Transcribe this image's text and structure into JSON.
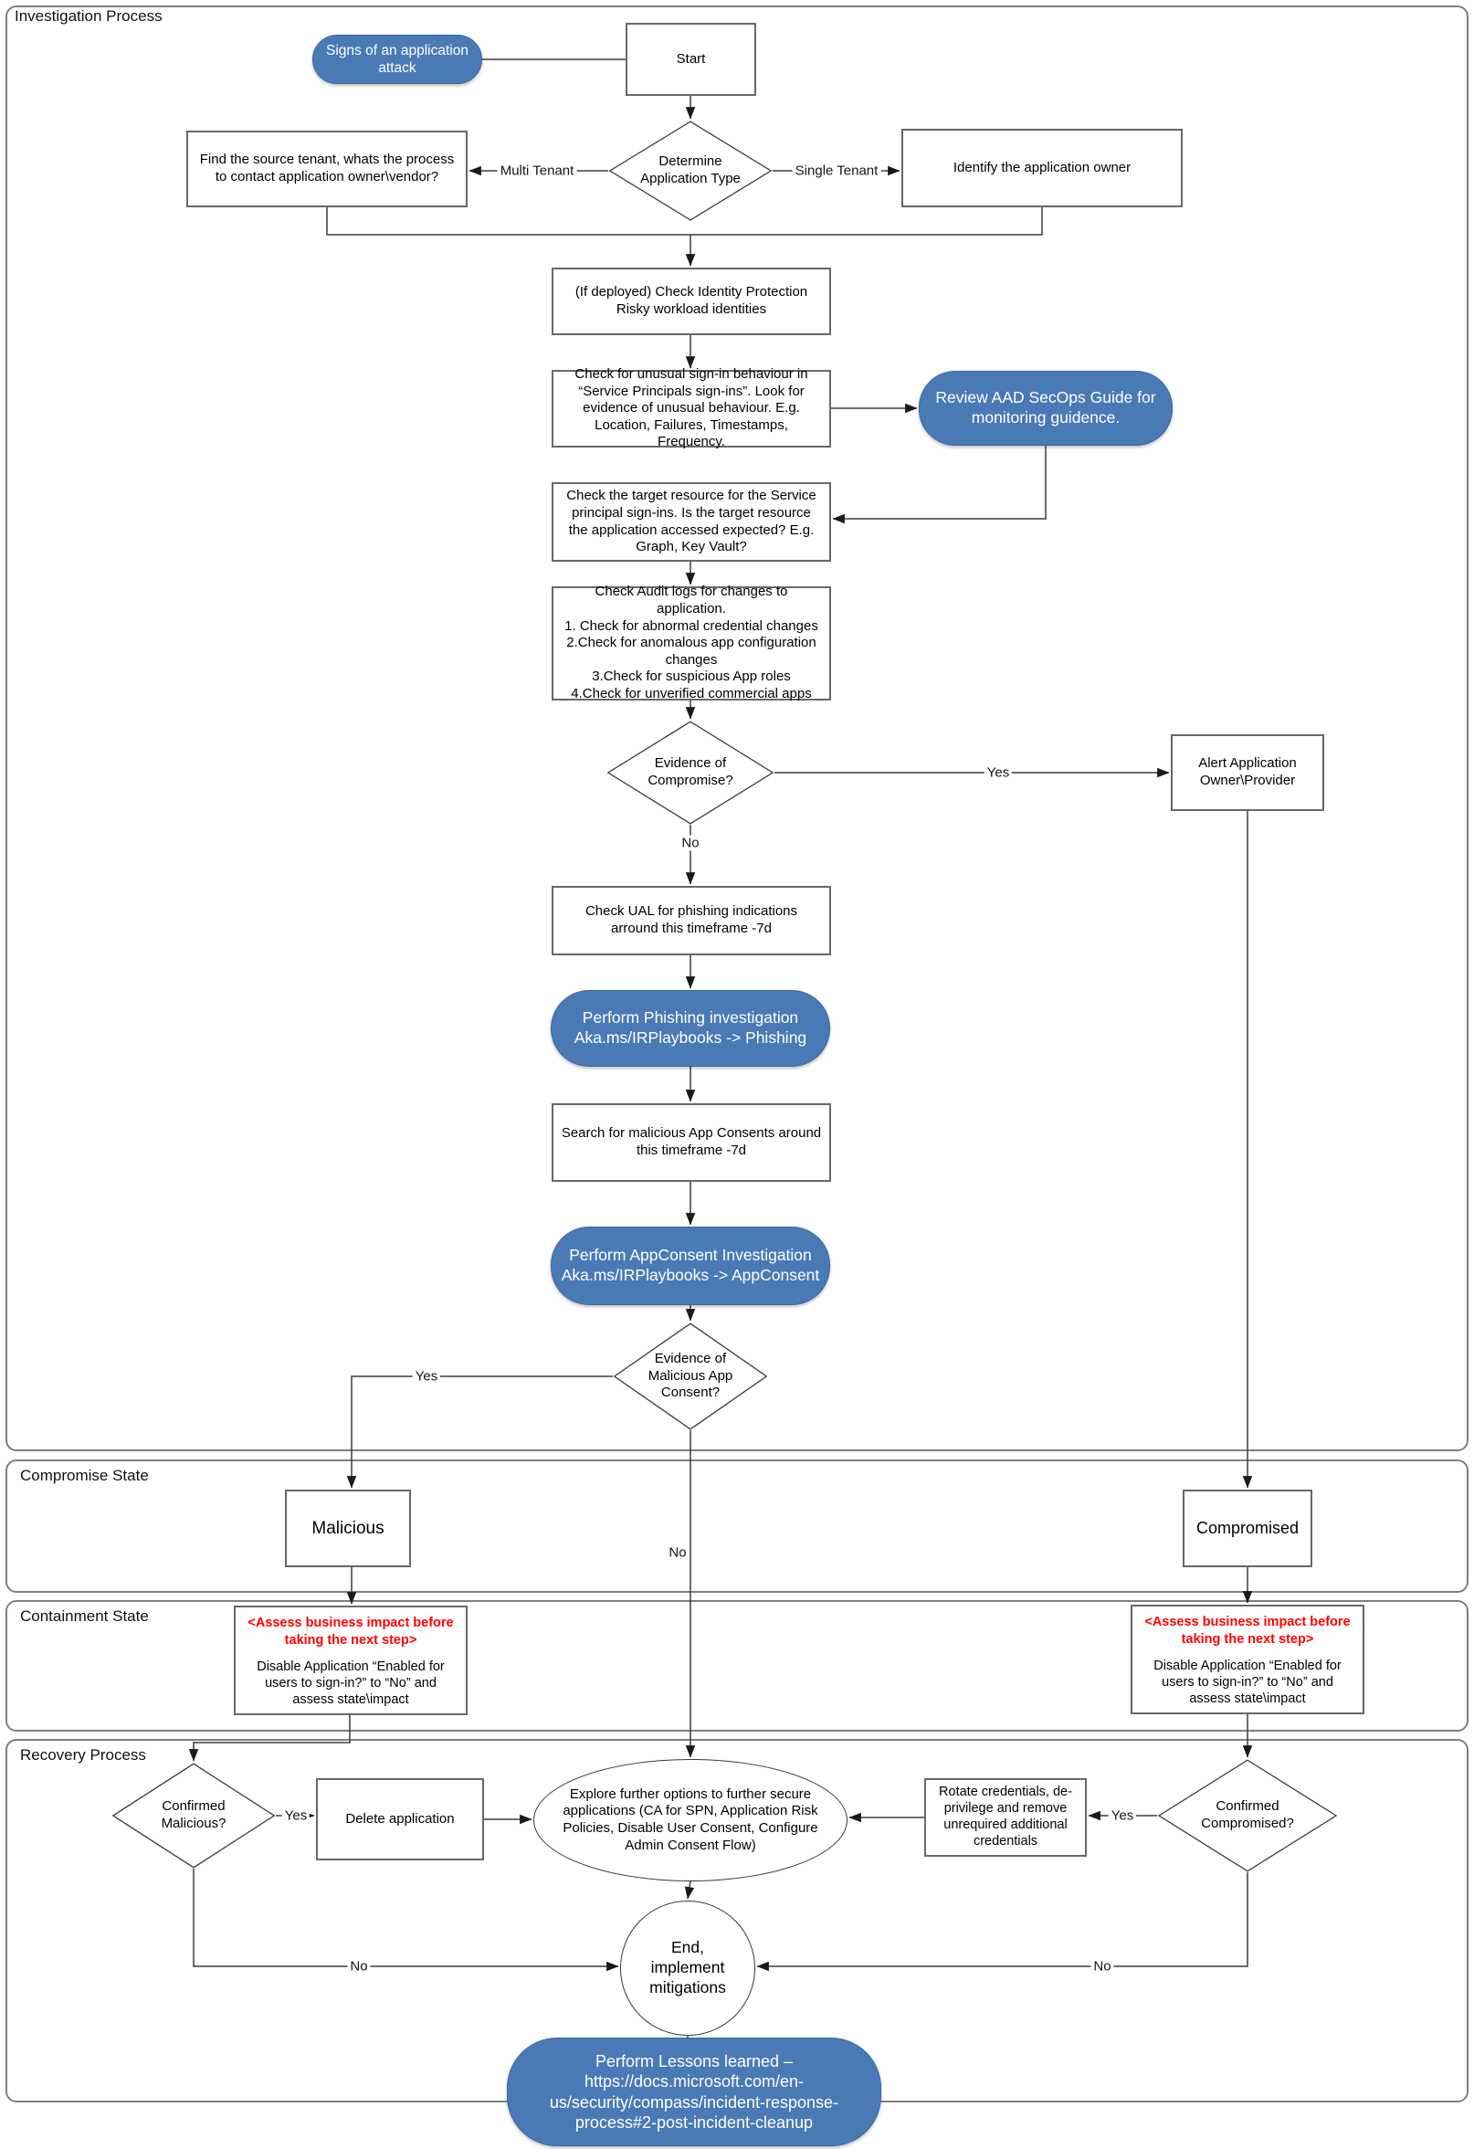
{
  "sections": [
    {
      "title": "Investigation Process"
    },
    {
      "title": "Compromise State"
    },
    {
      "title": "Containment State"
    },
    {
      "title": "Recovery Process"
    }
  ],
  "nodes": {
    "signs_attack": {
      "label": "Signs of an application attack"
    },
    "start": {
      "label": "Start"
    },
    "determine_type": {
      "label": "Determine Application Type"
    },
    "find_source_tenant": {
      "label": "Find the source tenant, whats the process to contact application owner\\vendor?"
    },
    "identify_owner": {
      "label": "Identify the application owner"
    },
    "check_identity_protection": {
      "label": "(If deployed) Check Identity Protection Risky workload identities"
    },
    "check_signin_behaviour": {
      "label": "Check for unusual sign-in behaviour in “Service Principals sign-ins”. Look for evidence of unusual behaviour. E.g. Location, Failures, Timestamps, Frequency."
    },
    "review_secops": {
      "label": "Review AAD SecOps Guide for monitoring guidence."
    },
    "check_target_resource": {
      "label": "Check the target resource for the Service principal sign-ins. Is the target resource the application accessed expected? E.g. Graph, Key Vault?"
    },
    "check_audit_logs": {
      "label": "Check Audit logs for changes to application.\n1. Check for abnormal credential changes\n2.Check for anomalous app configuration changes\n3.Check for suspicious App roles\n4.Check for unverified commercial apps"
    },
    "evidence_compromise": {
      "label": "Evidence of Compromise?"
    },
    "alert_owner": {
      "label": "Alert Application Owner\\Provider"
    },
    "check_ual": {
      "label": "Check UAL for phishing indications arround this timeframe -7d"
    },
    "perform_phishing": {
      "label": "Perform Phishing investigation\nAka.ms/IRPlaybooks -> Phishing"
    },
    "search_app_consents": {
      "label": "Search for malicious App Consents around this timeframe -7d"
    },
    "perform_appconsent": {
      "label": "Perform AppConsent Investigation\nAka.ms/IRPlaybooks -> AppConsent"
    },
    "evidence_malicious_consent": {
      "label": "Evidence of Malicious App Consent?"
    },
    "malicious_state": {
      "label": "Malicious"
    },
    "compromised_state": {
      "label": "Compromised"
    },
    "containment_left": {
      "warning": "<Assess business impact before taking the next step>",
      "body": "Disable Application “Enabled for users to sign-in?” to “No” and assess state\\impact"
    },
    "containment_right": {
      "warning": "<Assess business impact before taking the next step>",
      "body": "Disable Application “Enabled for users to sign-in?” to “No” and assess state\\impact"
    },
    "confirmed_malicious": {
      "label": "Confirmed Malicious?"
    },
    "delete_application": {
      "label": "Delete application"
    },
    "explore_options": {
      "label": "Explore further options to further secure applications (CA for SPN, Application Risk Policies, Disable User Consent, Configure Admin Consent Flow)"
    },
    "rotate_credentials": {
      "label": "Rotate credentials, de-privilege and remove unrequired additional credentials"
    },
    "confirmed_compromised": {
      "label": "Confirmed Compromised?"
    },
    "end": {
      "label": "End,\nimplement\nmitigations"
    },
    "lessons_learned": {
      "label": "Perform Lessons learned –\nhttps://docs.microsoft.com/en-us/security/compass/incident-response-process#2-post-incident-cleanup"
    }
  },
  "edges": {
    "multi_tenant": "Multi Tenant",
    "single_tenant": "Single Tenant",
    "compromise_yes": "Yes",
    "compromise_no": "No",
    "consent_yes": "Yes",
    "consent_no": "No",
    "malicious_yes": "Yes",
    "malicious_no": "No",
    "compromised_yes": "Yes",
    "compromised_no": "No"
  },
  "colors": {
    "accent_blue": "#4a7ab5",
    "accent_blue_border": "#3c689e",
    "warning_red": "#ff0000",
    "line": "#3d3d3d",
    "box_border": "#686868",
    "section_border": "#7f7f7f"
  }
}
